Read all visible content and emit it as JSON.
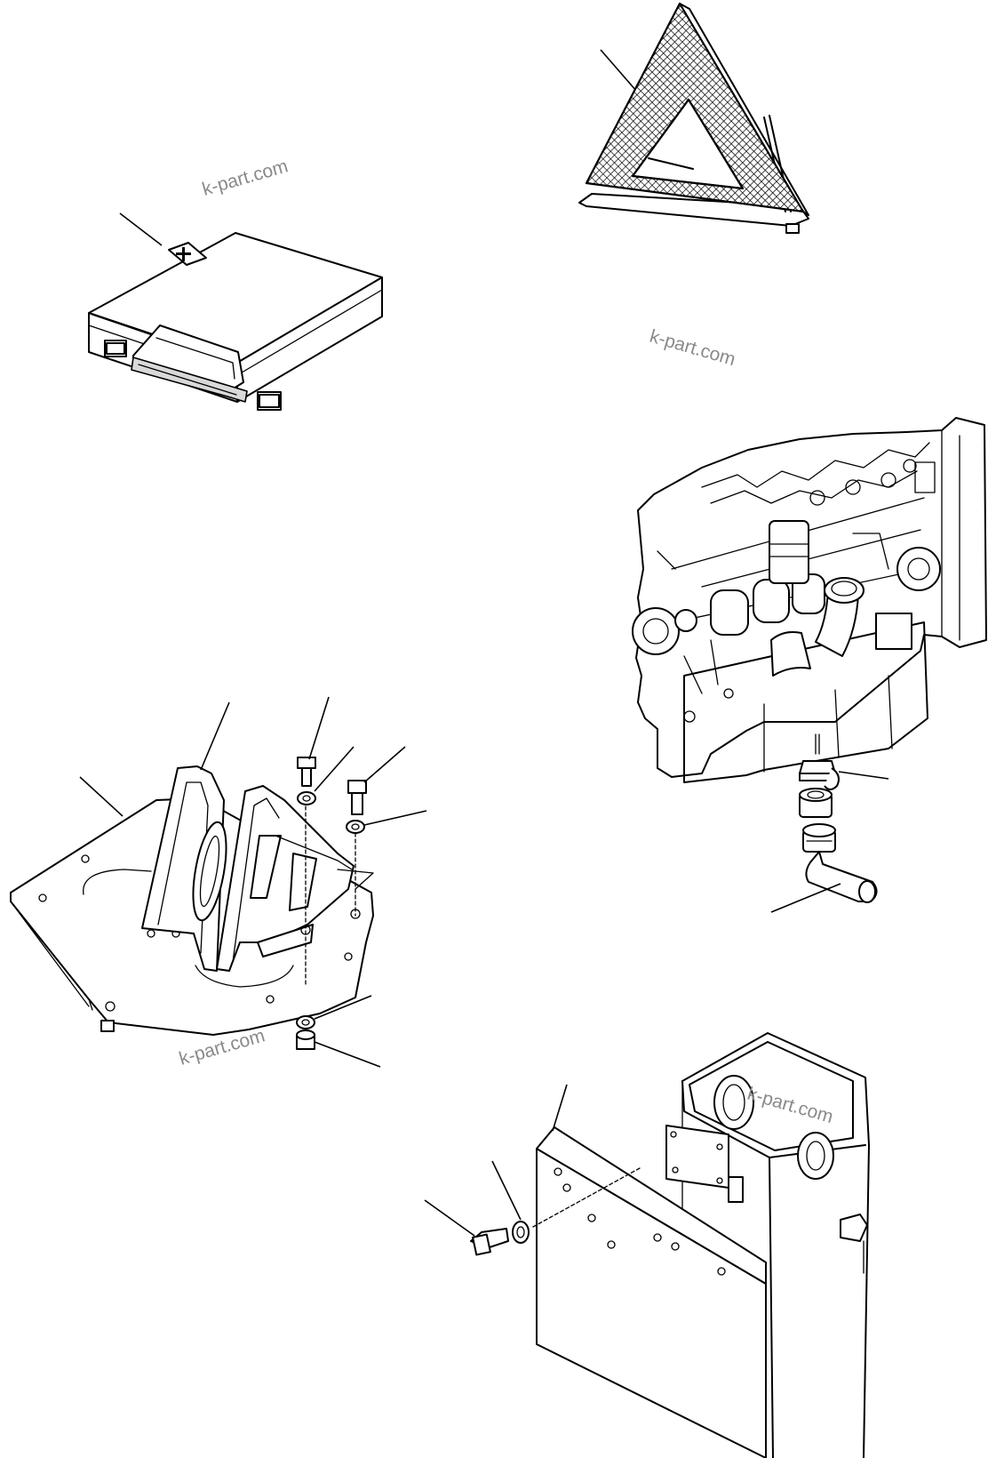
{
  "watermarks": [
    {
      "text": "k-part.com"
    },
    {
      "text": "k-part.com"
    },
    {
      "text": "k-part.com"
    },
    {
      "text": "k-part.com"
    }
  ],
  "parts": [
    {
      "name": "first-aid-kit"
    },
    {
      "name": "warning-triangle"
    },
    {
      "name": "engine-oil-drain-valve"
    },
    {
      "name": "wheel-chock-holder"
    },
    {
      "name": "cover-plate"
    }
  ],
  "colors": {
    "line": "#000000",
    "watermark": "#8a8a8a",
    "background": "#ffffff",
    "mesh": "#d9d9d9"
  }
}
